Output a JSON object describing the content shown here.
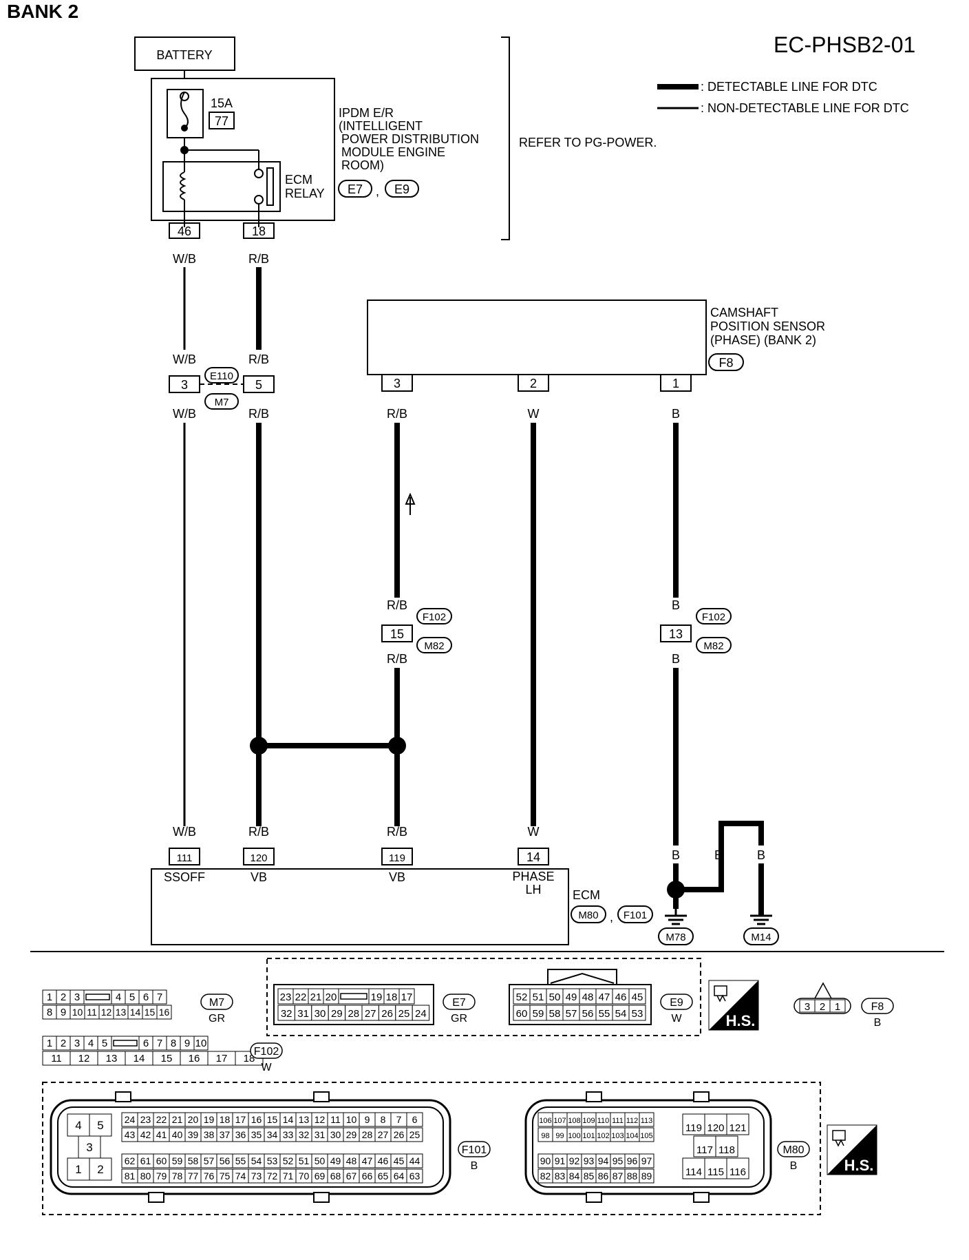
{
  "header": {
    "bank": "BANK 2",
    "code": "EC-PHSB2-01"
  },
  "legend": {
    "detectable": ": DETECTABLE LINE FOR DTC",
    "non_detectable": ": NON-DETECTABLE LINE FOR DTC"
  },
  "battery": "BATTERY",
  "fuse": {
    "rating": "15A",
    "number": "77"
  },
  "ipdm": {
    "l1": "IPDM E/R",
    "l2": "(INTELLIGENT",
    "l3": "POWER DISTRIBUTION",
    "l4": "MODULE ENGINE",
    "l5": "ROOM)",
    "conn1": "E7",
    "conn2": "E9",
    "sep": ","
  },
  "relay": {
    "l1": "ECM",
    "l2": "RELAY"
  },
  "refer": "REFER TO PG-POWER.",
  "sensor": {
    "l1": "CAMSHAFT",
    "l2": "POSITION SENSOR",
    "l3": "(PHASE) (BANK 2)",
    "conn": "F8"
  },
  "ecm": {
    "name": "ECM",
    "conn1": "M80",
    "conn2": "F101",
    "sep": ","
  },
  "pins": {
    "p46": "46",
    "p18": "18",
    "p3a": "3",
    "p5": "5",
    "s3": "3",
    "s2": "2",
    "s1": "1",
    "p15": "15",
    "p13": "13",
    "p111": "111",
    "p120": "120",
    "p119": "119",
    "p14": "14"
  },
  "wires": {
    "wb": "W/B",
    "rb": "R/B",
    "w": "W",
    "b": "B"
  },
  "joint": {
    "top": "E110",
    "bot": "M7"
  },
  "fj": {
    "top": "F102",
    "bot": "M82"
  },
  "ecm_terms": {
    "t111": "SSOFF",
    "t120": "VB",
    "t119": "VB",
    "t14a": "PHASE",
    "t14b": "LH"
  },
  "grounds": {
    "g1": "M78",
    "g2": "M14"
  },
  "connectors": {
    "m7": {
      "id": "M7",
      "color": "GR",
      "row1": [
        "1",
        "2",
        "3",
        "",
        "4",
        "5",
        "6",
        "7"
      ],
      "row2": [
        "8",
        "9",
        "10",
        "11",
        "12",
        "13",
        "14",
        "15",
        "16"
      ]
    },
    "f102": {
      "id": "F102",
      "color": "W",
      "row1": [
        "1",
        "2",
        "3",
        "4",
        "5",
        "",
        "6",
        "7",
        "8",
        "9",
        "10"
      ],
      "row2": [
        "11",
        "12",
        "13",
        "14",
        "15",
        "16",
        "17",
        "18"
      ]
    },
    "e7": {
      "id": "E7",
      "color": "GR",
      "row1": [
        "23",
        "22",
        "21",
        "20",
        "",
        "19",
        "18",
        "17"
      ],
      "row2": [
        "32",
        "31",
        "30",
        "29",
        "28",
        "27",
        "26",
        "25",
        "24"
      ]
    },
    "e9": {
      "id": "E9",
      "color": "W",
      "row1": [
        "52",
        "51",
        "50",
        "49",
        "48",
        "47",
        "46",
        "45"
      ],
      "row2": [
        "60",
        "59",
        "58",
        "57",
        "56",
        "55",
        "54",
        "53"
      ]
    },
    "f8": {
      "id": "F8",
      "color": "B",
      "pins": [
        "3",
        "2",
        "1"
      ]
    },
    "hs": "H.S.",
    "f101": {
      "id": "F101",
      "color": "B",
      "left": [
        "4",
        "5",
        "3",
        "1",
        "2"
      ],
      "r1": [
        "24",
        "23",
        "22",
        "21",
        "20",
        "19",
        "18",
        "17",
        "16",
        "15",
        "14",
        "13",
        "12",
        "11",
        "10",
        "9",
        "8",
        "7",
        "6"
      ],
      "r2": [
        "43",
        "42",
        "41",
        "40",
        "39",
        "38",
        "37",
        "36",
        "35",
        "34",
        "33",
        "32",
        "31",
        "30",
        "29",
        "28",
        "27",
        "26",
        "25"
      ],
      "r3": [
        "62",
        "61",
        "60",
        "59",
        "58",
        "57",
        "56",
        "55",
        "54",
        "53",
        "52",
        "51",
        "50",
        "49",
        "48",
        "47",
        "46",
        "45",
        "44"
      ],
      "r4": [
        "81",
        "80",
        "79",
        "78",
        "77",
        "76",
        "75",
        "74",
        "73",
        "72",
        "71",
        "70",
        "69",
        "68",
        "67",
        "66",
        "65",
        "64",
        "63"
      ]
    },
    "m80": {
      "id": "M80",
      "color": "B",
      "r1": [
        "106",
        "107",
        "108",
        "109",
        "110",
        "111",
        "112",
        "113"
      ],
      "r2": [
        "98",
        "99",
        "100",
        "101",
        "102",
        "103",
        "104",
        "105"
      ],
      "r3": [
        "90",
        "91",
        "92",
        "93",
        "94",
        "95",
        "96",
        "97"
      ],
      "r4": [
        "82",
        "83",
        "84",
        "85",
        "86",
        "87",
        "88",
        "89"
      ],
      "right1": [
        "119",
        "120",
        "121"
      ],
      "right2": [
        "117",
        "118"
      ],
      "right3": [
        "114",
        "115",
        "116"
      ]
    }
  }
}
